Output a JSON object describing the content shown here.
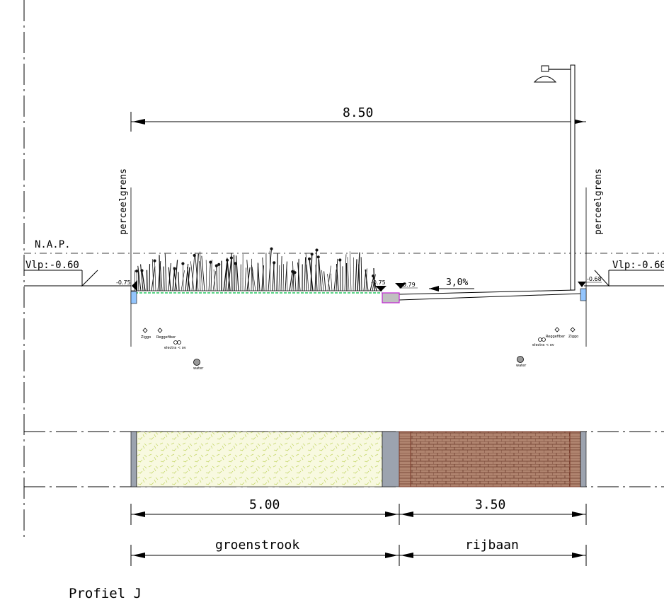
{
  "drawing": {
    "title": "Profiel J",
    "nap_label": "N.A.P.",
    "boundary_label": "perceelgrens",
    "total_width": "8.50",
    "slope": "3,0%",
    "vlp_left": "Vlp:-0.60",
    "vlp_right": "Vlp:-0.60"
  },
  "levels": {
    "left_edge": "-0.75",
    "planting_edge": "-0.75",
    "gutter": "-0.79",
    "right_edge": "-0.68"
  },
  "dimensions": {
    "segment_1": "5.00",
    "segment_2": "3.50"
  },
  "zones": {
    "zone_1": "groenstrook",
    "zone_2": "rijbaan"
  },
  "utilities": {
    "left": {
      "ziggo": "Ziggo",
      "reggefiber": "Reggefiber",
      "electra": "electra < ov",
      "water": "water"
    },
    "right": {
      "ziggo": "Ziggo",
      "reggefiber": "Reggefiber",
      "electra": "electra < ov",
      "water": "water"
    }
  },
  "colors": {
    "line": "#000000",
    "grass_line": "#22c55e",
    "hedge_fill": "#f8f9e0",
    "hedge_hatch": "#c6d86a",
    "curb_gray": "#9ca3af",
    "brick": "#b0846f",
    "brick_border": "#7a3a2a",
    "gutter_fill": "#c0c0c0",
    "gutter_border": "#c026d3",
    "marker_blue": "#93c5fd"
  }
}
